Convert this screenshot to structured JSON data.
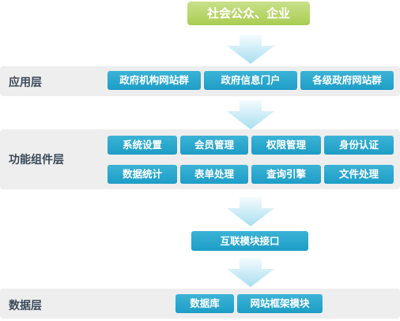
{
  "top": {
    "label": "社会公众、企业"
  },
  "layers": {
    "application": {
      "label": "应用层",
      "nodes": [
        "政府机构网站群",
        "政府信息门户",
        "各级政府网站群"
      ]
    },
    "function": {
      "label": "功能组件层",
      "row1": [
        "系统设置",
        "会员管理",
        "权限管理",
        "身份认证"
      ],
      "row2": [
        "数据统计",
        "表单处理",
        "查询引擎",
        "文件处理"
      ]
    },
    "interface": {
      "label": "互联模块接口"
    },
    "data": {
      "label": "数据层",
      "nodes": [
        "数据库",
        "网站框架模块"
      ]
    }
  },
  "colors": {
    "top_node": "#aacd52",
    "node": "#1d9dc6",
    "band": "#eeeeee",
    "arrow": "#bfe6f3"
  }
}
